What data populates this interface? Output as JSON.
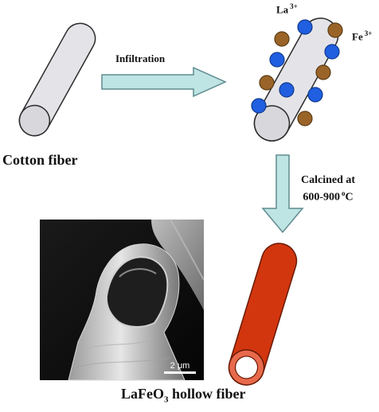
{
  "labels": {
    "cotton_fiber": "Cotton fiber",
    "infiltration": "Infiltration",
    "la_ion": "La",
    "la_charge": "3+",
    "fe_ion": "Fe",
    "fe_charge": "3+",
    "calcined_line1": "Calcined at",
    "calcined_line2": "600-900",
    "calcined_superscript": "o",
    "calcined_unit": "C",
    "product_prefix": "LaFeO",
    "product_subscript": "3",
    "product_suffix": " hollow fiber",
    "scale_bar": "2 μm"
  },
  "colors": {
    "fiber_fill": "#e4e4e8",
    "fiber_edge": "#2a2a2a",
    "arrow_fill": "#bfe4e4",
    "arrow_edge": "#5f8b8f",
    "la_ion": "#1f5fe0",
    "fe_ion": "#9a6428",
    "hollow_fiber": "#d2360e",
    "hollow_fiber_rim": "#e86a4c",
    "sem_background": "#0d0d0d"
  },
  "icons": {
    "sem_image": "sem-micrograph-hollow-fiber"
  }
}
